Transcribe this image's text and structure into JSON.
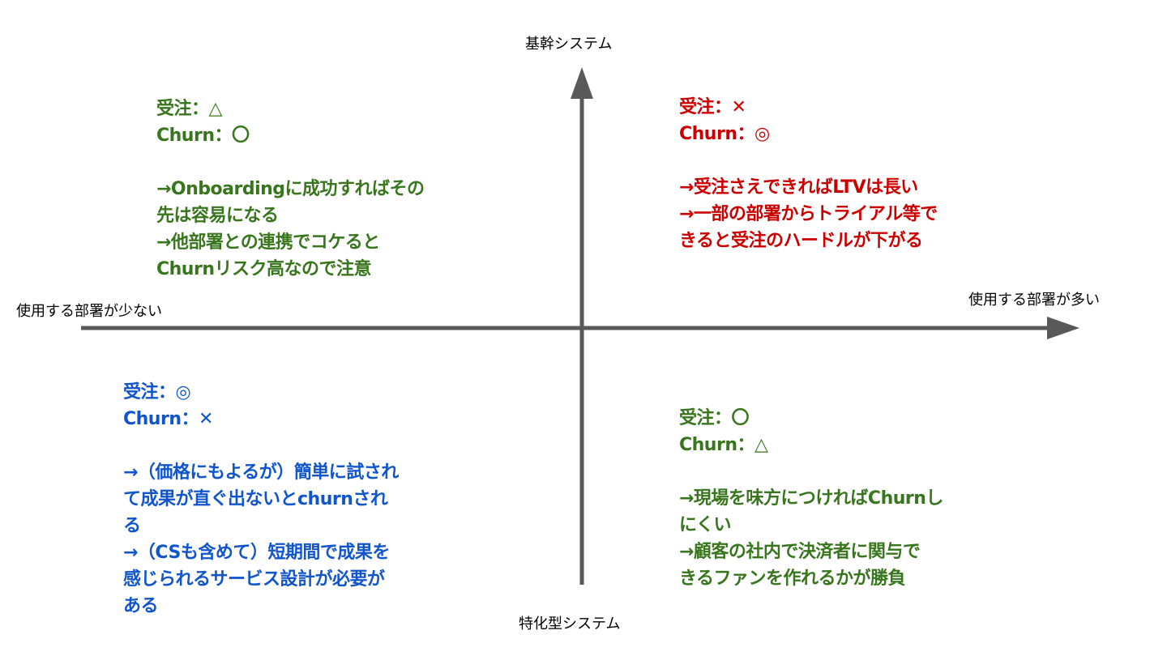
{
  "axes": {
    "top": "基幹システム",
    "bottom": "特化型システム",
    "left": "使用する部署が少ない",
    "right": "使用する部署が多い"
  },
  "colors": {
    "green": "#38761d",
    "red": "#cc0000",
    "blue": "#1155cc",
    "axis": "#595959"
  },
  "quadrants": {
    "top_left": {
      "lines": [
        "受注：△",
        "Churn：〇",
        "",
        "→Onboardingに成功すればその",
        "先は容易になる",
        "→他部署との連携でコケると",
        "Churnリスク高なので注意"
      ]
    },
    "top_right": {
      "lines": [
        "受注：✕",
        "Churn：◎",
        "",
        "→受注さえできればLTVは長い",
        "→一部の部署からトライアル等で",
        "きると受注のハードルが下がる"
      ]
    },
    "bottom_left": {
      "lines": [
        "受注：◎",
        "Churn：✕",
        "",
        "→（価格にもよるが）簡単に試され",
        "て成果が直ぐ出ないとchurnされ",
        "る",
        "→（CSも含めて）短期間で成果を",
        "感じられるサービス設計が必要が",
        "ある"
      ]
    },
    "bottom_right": {
      "lines": [
        "受注：〇",
        "Churn：△",
        "",
        "→現場を味方につければChurnし",
        "にくい",
        "→顧客の社内で決済者に関与で",
        "きるファンを作れるかが勝負"
      ]
    }
  }
}
